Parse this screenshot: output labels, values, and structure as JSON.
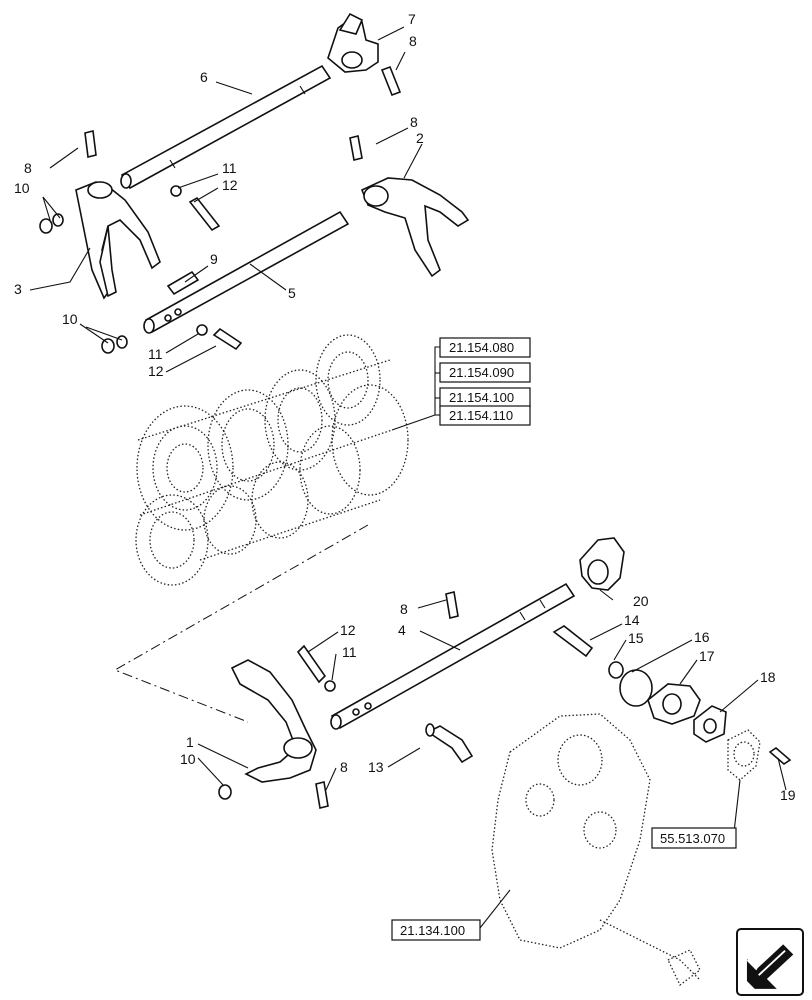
{
  "callouts": {
    "n1": "1",
    "n2": "2",
    "n3": "3",
    "n4": "4",
    "n5": "5",
    "n6": "6",
    "n7": "7",
    "n8": "8",
    "n9": "9",
    "n10": "10",
    "n11": "11",
    "n12": "12",
    "n13": "13",
    "n14": "14",
    "n15": "15",
    "n16": "16",
    "n17": "17",
    "n18": "18",
    "n19": "19",
    "n20": "20"
  },
  "references": {
    "gear_refs": [
      "21.154.080",
      "21.154.090",
      "21.154.100",
      "21.154.110"
    ],
    "valve_ref": "55.513.070",
    "housing_ref": "21.134.100"
  },
  "navigation": {
    "icon": "arrow-navigation-icon"
  }
}
